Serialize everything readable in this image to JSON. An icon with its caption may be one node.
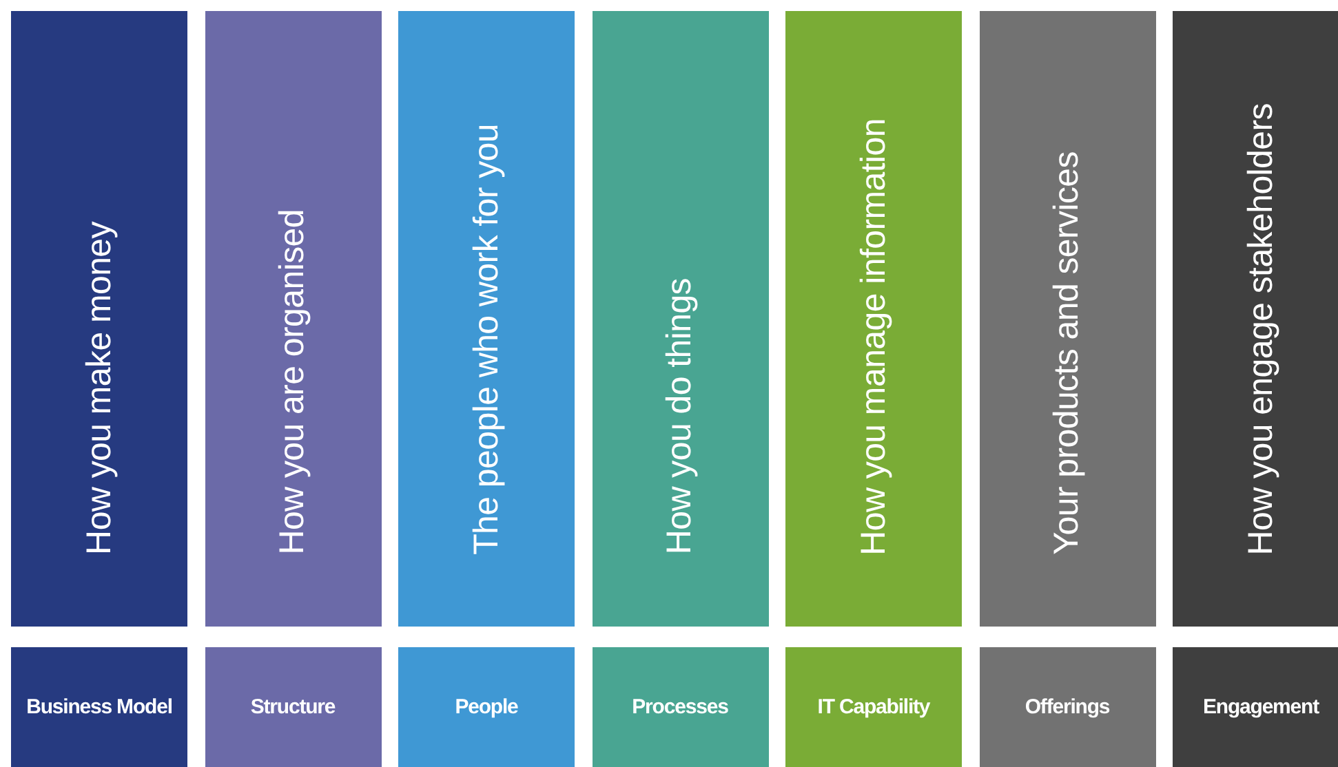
{
  "diagram": {
    "nodes": [
      {
        "text": [
          "How you make money"
        ]
      },
      {
        "text": [
          "How you are organised"
        ]
      },
      {
        "text": [
          "The people who work for you"
        ]
      },
      {
        "text": [
          "How you do things"
        ]
      },
      {
        "text": [
          "How you manage information"
        ]
      },
      {
        "text": [
          "Your products and services"
        ]
      },
      {
        "text": [
          "How you engage stakeholders"
        ]
      },
      {
        "text": [
          "Business Model"
        ]
      },
      {
        "text": [
          "Structure"
        ]
      },
      {
        "text": [
          "People"
        ]
      },
      {
        "text": [
          "Processes"
        ]
      },
      {
        "text": [
          "IT Capability"
        ]
      },
      {
        "text": [
          "Offerings"
        ]
      },
      {
        "text": [
          "Engagement"
        ]
      }
    ]
  }
}
